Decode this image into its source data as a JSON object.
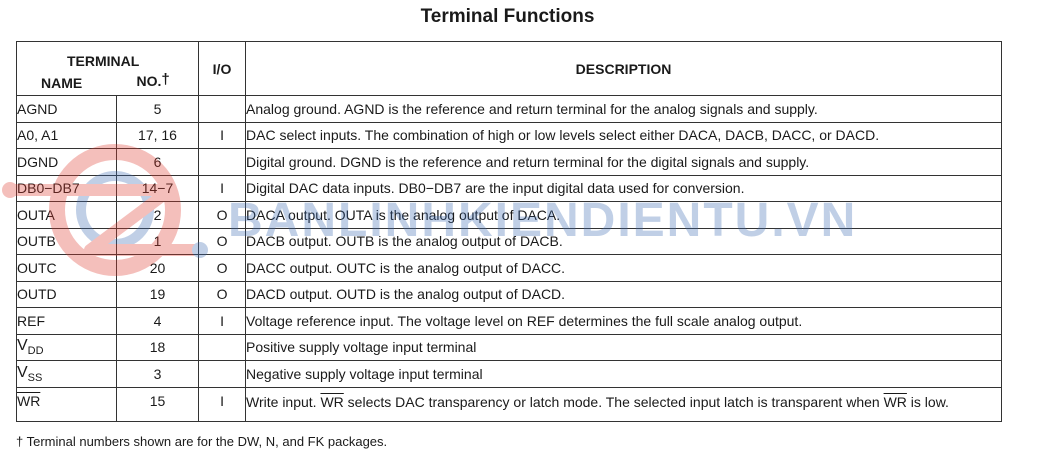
{
  "title": "Terminal Functions",
  "headers": {
    "terminal": "TERMINAL",
    "name": "NAME",
    "no": "NO.",
    "no_mark": "†",
    "io": "I/O",
    "description": "DESCRIPTION"
  },
  "rows": [
    {
      "name": "AGND",
      "no": "5",
      "io": "",
      "desc": "Analog ground. AGND is the reference and return terminal for the analog signals and supply."
    },
    {
      "name": "A0, A1",
      "no": "17, 16",
      "io": "I",
      "desc": "DAC select inputs. The combination of high or low levels select either DACA, DACB, DACC, or DACD."
    },
    {
      "name": "DGND",
      "no": "6",
      "io": "",
      "desc": "Digital ground. DGND is the reference and return terminal for the digital signals and supply."
    },
    {
      "name": "DB0−DB7",
      "no": "14−7",
      "io": "I",
      "desc": "Digital DAC data inputs. DB0−DB7 are the input digital data used for conversion."
    },
    {
      "name": "OUTA",
      "no": "2",
      "io": "O",
      "desc": "DACA output. OUTA is the analog output of DACA."
    },
    {
      "name": "OUTB",
      "no": "1",
      "io": "O",
      "desc": "DACB output. OUTB is the analog output of DACB."
    },
    {
      "name": "OUTC",
      "no": "20",
      "io": "O",
      "desc": "DACC output. OUTC is the analog output of DACC."
    },
    {
      "name": "OUTD",
      "no": "19",
      "io": "O",
      "desc": "DACD output. OUTD is the analog output of DACD."
    },
    {
      "name": "REF",
      "no": "4",
      "io": "I",
      "desc": "Voltage reference input. The voltage level on REF determines the full scale analog output."
    }
  ],
  "vdd": {
    "main": "V",
    "sub": "DD",
    "no": "18",
    "io": "",
    "desc": "Positive supply voltage input terminal"
  },
  "vss": {
    "main": "V",
    "sub": "SS",
    "no": "3",
    "io": "",
    "desc": "Negative supply voltage input terminal"
  },
  "wr": {
    "name": "WR",
    "no": "15",
    "io": "I",
    "desc_a": "Write input. ",
    "desc_b": "WR",
    "desc_c": " selects DAC transparency or latch mode. The selected input latch is transparent when ",
    "desc_d": "WR",
    "desc_e": " is low."
  },
  "footnote": "† Terminal numbers shown are for the DW, N, and FK packages.",
  "watermark": "BANLINHKIENDIENTU.VN",
  "colors": {
    "watermark_blue": "#3d6db3",
    "watermark_red": "#e03a2f"
  }
}
